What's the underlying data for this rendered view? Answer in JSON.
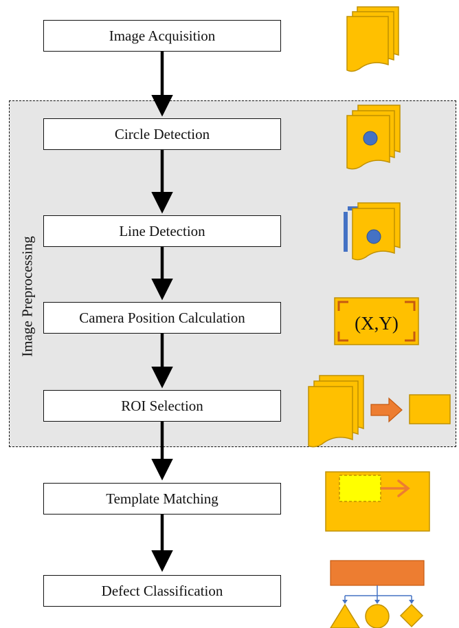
{
  "diagram": {
    "group_label": "Image Preprocessing",
    "steps": [
      {
        "label": "Image Acquisition"
      },
      {
        "label": "Circle Detection"
      },
      {
        "label": "Line Detection"
      },
      {
        "label": "Camera Position Calculation"
      },
      {
        "label": "ROI Selection"
      },
      {
        "label": "Template Matching"
      },
      {
        "label": "Defect Classification"
      }
    ],
    "coordinate_text": "(X,Y)"
  },
  "colors": {
    "doc_fill": "#ffc000",
    "doc_stroke": "#bf9000",
    "circle_blue": "#4472c4",
    "orange": "#ed7d31",
    "yellow_box": "#ffff00",
    "frame_brown": "#c55a11",
    "group_bg": "#e6e6e6"
  },
  "icons": [
    "document-stack-icon",
    "circle-document-icon",
    "line-document-icon",
    "coordinate-frame-icon",
    "roi-crop-icon",
    "template-match-icon",
    "classification-tree-icon"
  ]
}
